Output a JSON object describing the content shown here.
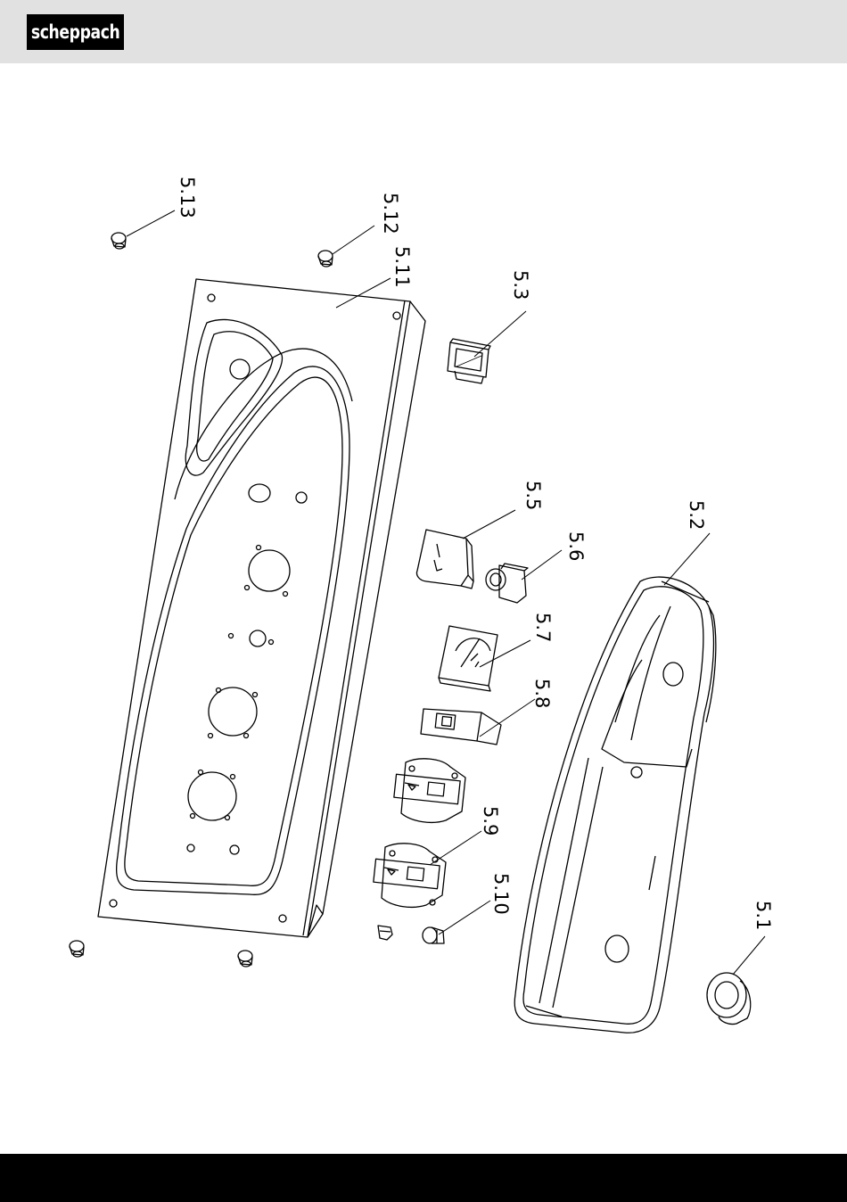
{
  "header": {
    "brand": "scheppach"
  },
  "labels": {
    "l5_1": "5.1",
    "l5_2": "5.2",
    "l5_3": "5.3",
    "l5_5": "5.5",
    "l5_6": "5.6",
    "l5_7": "5.7",
    "l5_8": "5.8",
    "l5_9": "5.9",
    "l5_10": "5.10",
    "l5_11": "5.11",
    "l5_12": "5.12",
    "l5_13": "5.13"
  }
}
